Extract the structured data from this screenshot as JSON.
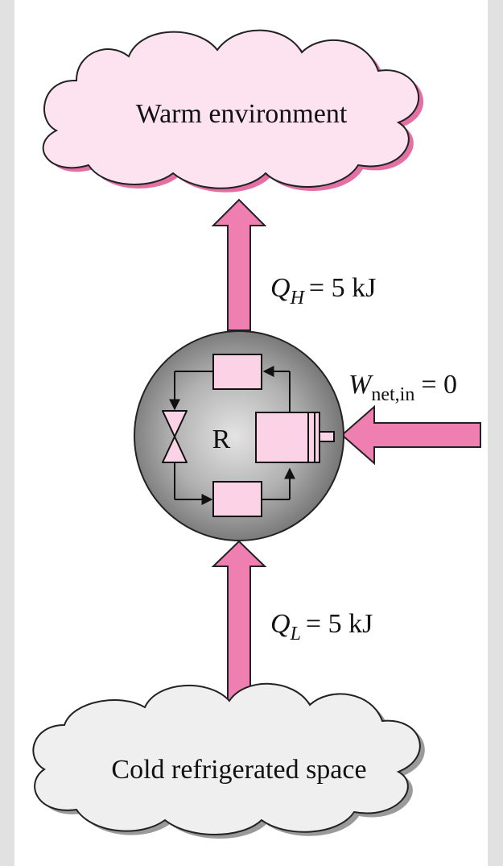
{
  "warm_cloud": {
    "label": "Warm environment"
  },
  "cold_cloud": {
    "label": "Cold refrigerated space"
  },
  "refrigerator": {
    "label": "R"
  },
  "heat_out": {
    "symbol": "Q",
    "subscript": "H",
    "value": "= 5 kJ"
  },
  "heat_in": {
    "symbol": "Q",
    "subscript": "L",
    "value": "= 5 kJ"
  },
  "work_in": {
    "symbol": "W",
    "subscript": "net,in",
    "value": "= 0"
  },
  "colors": {
    "background": "#e1e1e1",
    "panel": "#ffffff",
    "arrow": "#ef7fb1",
    "warm_cloud": "#fde3ef",
    "cold_cloud": "#efefef",
    "component": "#fbd2e6",
    "sphere": "#8c8c8c"
  }
}
